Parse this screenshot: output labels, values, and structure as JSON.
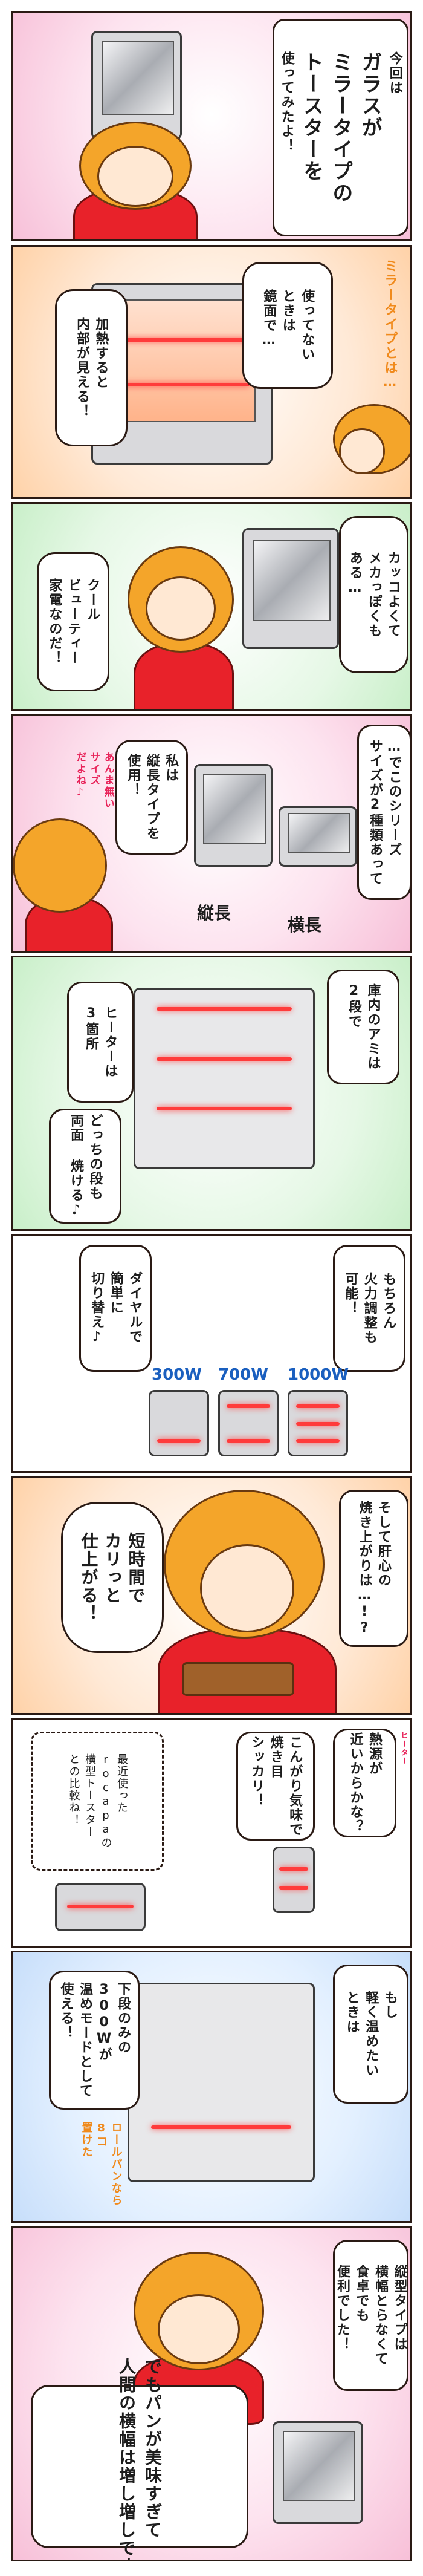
{
  "panels": [
    {
      "id": "p1",
      "lines": [
        "今回は",
        "ガラスが",
        "ミラータイプの",
        "トースターを",
        "使ってみたよ！"
      ]
    },
    {
      "id": "p2",
      "caption": "ミラータイプとは…",
      "bubble_a": [
        "使ってない",
        "ときは",
        "鏡面で…"
      ],
      "bubble_b": [
        "加熱すると",
        "内部が見える！"
      ]
    },
    {
      "id": "p3",
      "bubble_a": [
        "カッコよくて",
        "メカっぽくも",
        "ある…"
      ],
      "bubble_b": [
        "クール",
        "ビューティー",
        "家電なのだ！"
      ]
    },
    {
      "id": "p4",
      "bubble_a": [
        "…でこのシリーズ",
        "サイズが2種類あって"
      ],
      "bubble_b": [
        "私は",
        "縦長タイプを",
        "使用！"
      ],
      "aside": [
        "あんま無い",
        "サイズ",
        "だよね♪"
      ],
      "label_tall": "縦長",
      "label_wide": "横長"
    },
    {
      "id": "p5",
      "bubble_a": [
        "庫内のアミは",
        "2段で"
      ],
      "bubble_b": [
        "ヒーターは",
        "3箇所"
      ],
      "bubble_c": [
        "どっちの段も",
        "両面 焼ける♪"
      ]
    },
    {
      "id": "p6",
      "bubble_a": [
        "もちろん",
        "火力調整も",
        "可能！"
      ],
      "bubble_b": [
        "ダイヤルで",
        "簡単に",
        "切り替え♪"
      ],
      "watts": [
        "300W",
        "700W",
        "1000W"
      ]
    },
    {
      "id": "p7",
      "bubble_a": [
        "そして肝心の",
        "焼き上がりは…!?"
      ],
      "bubble_b": [
        "短時間で",
        "カリっと",
        "仕上がる！"
      ]
    },
    {
      "id": "p8",
      "ruby": "ヒーター",
      "bubble_a": [
        "熱源が",
        "近いからかな？"
      ],
      "bubble_b": [
        "こんがり気味で",
        "焼き目",
        "シッカリ！"
      ],
      "bubble_c": [
        "最近使った",
        "rocapaの",
        "横型トースター",
        "との比較ね！"
      ]
    },
    {
      "id": "p9",
      "bubble_a": [
        "もし",
        "軽く温めたい",
        "ときは"
      ],
      "bubble_b": [
        "下段のみの",
        "300Wが",
        "温めモードとして",
        "使える！"
      ],
      "aside": [
        "ロールパンなら",
        "8コ",
        "置けた"
      ]
    },
    {
      "id": "p10",
      "bubble_a": [
        "縦型タイプは",
        "横幅とらなくて",
        "食卓でも",
        "便利でした！"
      ],
      "bubble_b": [
        "でもパンが美味すぎて",
        "人間の横幅は増し増しです"
      ]
    }
  ],
  "colors": {
    "border": "#2a1a14",
    "accent_red": "#e8245a",
    "accent_orange": "#f08a1c",
    "watt_blue": "#1a5fbf",
    "heater": "#ff3b3b"
  }
}
